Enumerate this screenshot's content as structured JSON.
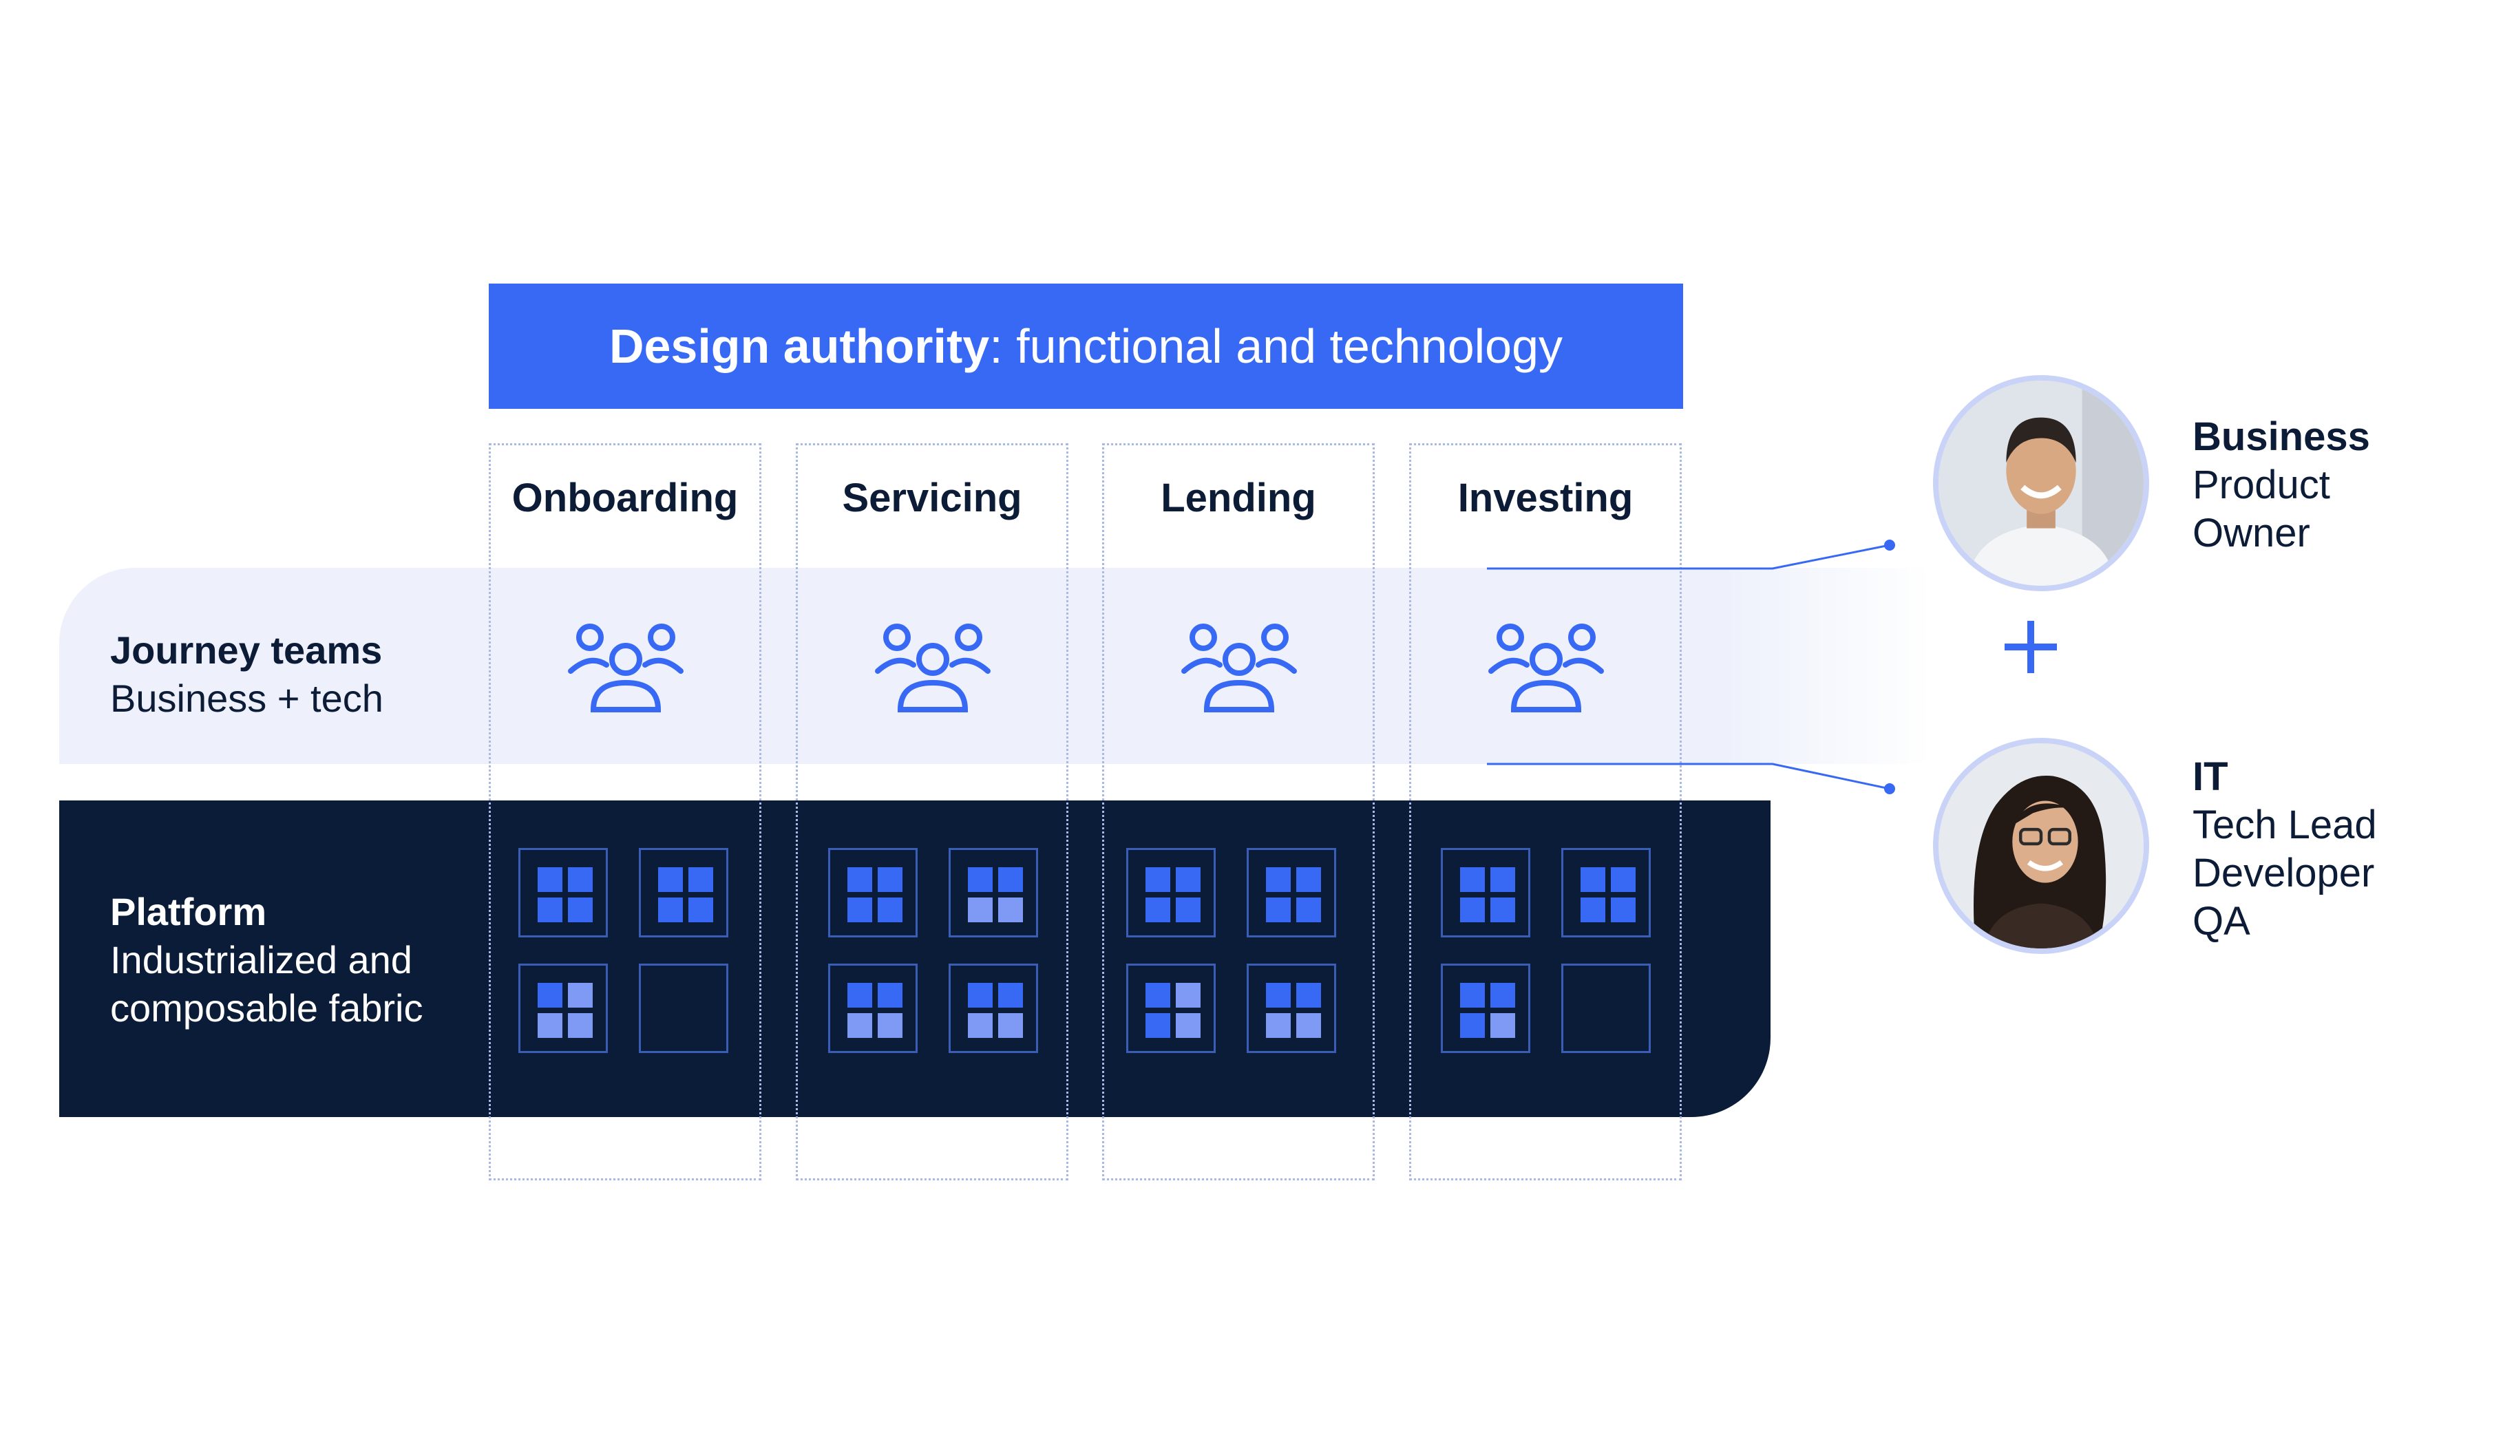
{
  "banner": {
    "title_bold": "Design authority",
    "title_rest": ": functional and technology"
  },
  "columns": [
    "Onboarding",
    "Servicing",
    "Lending",
    "Investing"
  ],
  "journey": {
    "title": "Journey teams",
    "subtitle": "Business + tech"
  },
  "platform": {
    "title": "Platform",
    "line1": "Industrialized and",
    "line2": "composable fabric"
  },
  "roles": {
    "business": {
      "title": "Business",
      "line1": "Product",
      "line2": "Owner"
    },
    "it": {
      "title": "IT",
      "line1": "Tech Lead",
      "line2": "Developer",
      "line3": "QA"
    }
  },
  "icons": {
    "team": "people-group-icon",
    "module": "grid-module-icon",
    "join": "plus-icon"
  },
  "colors": {
    "primary": "#3769f5",
    "navy": "#0b1c38",
    "light_band": "#eef1fc",
    "tile_border": "#3a5db5"
  }
}
